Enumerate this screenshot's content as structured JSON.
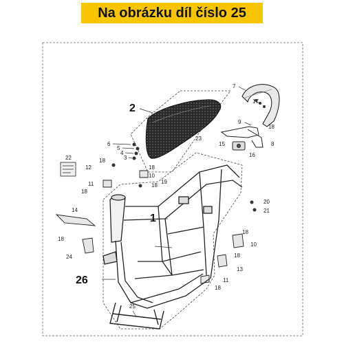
{
  "banner": {
    "text": "Na obrázku díl číslo 25",
    "color": "#f7c600"
  },
  "part_labels": {
    "p2": "2",
    "p7": "7",
    "p17": "17",
    "p9": "9",
    "p18": "18",
    "p6": "6",
    "p5": "5",
    "p4": "4",
    "p3": "3",
    "p23": "23",
    "p15": "15",
    "p16": "16",
    "p8": "8",
    "p22": "22",
    "p12": "12",
    "p10": "10",
    "p11": "11",
    "p19": "19",
    "p1": "1",
    "p14": "14",
    "p20": "20",
    "p21": "21",
    "p24": "24",
    "p13": "13",
    "p26": "26",
    "p25": "25"
  },
  "icons": [
    "seat",
    "grab-rail",
    "scooter-frame",
    "bracket",
    "bolt",
    "label-sticker"
  ]
}
